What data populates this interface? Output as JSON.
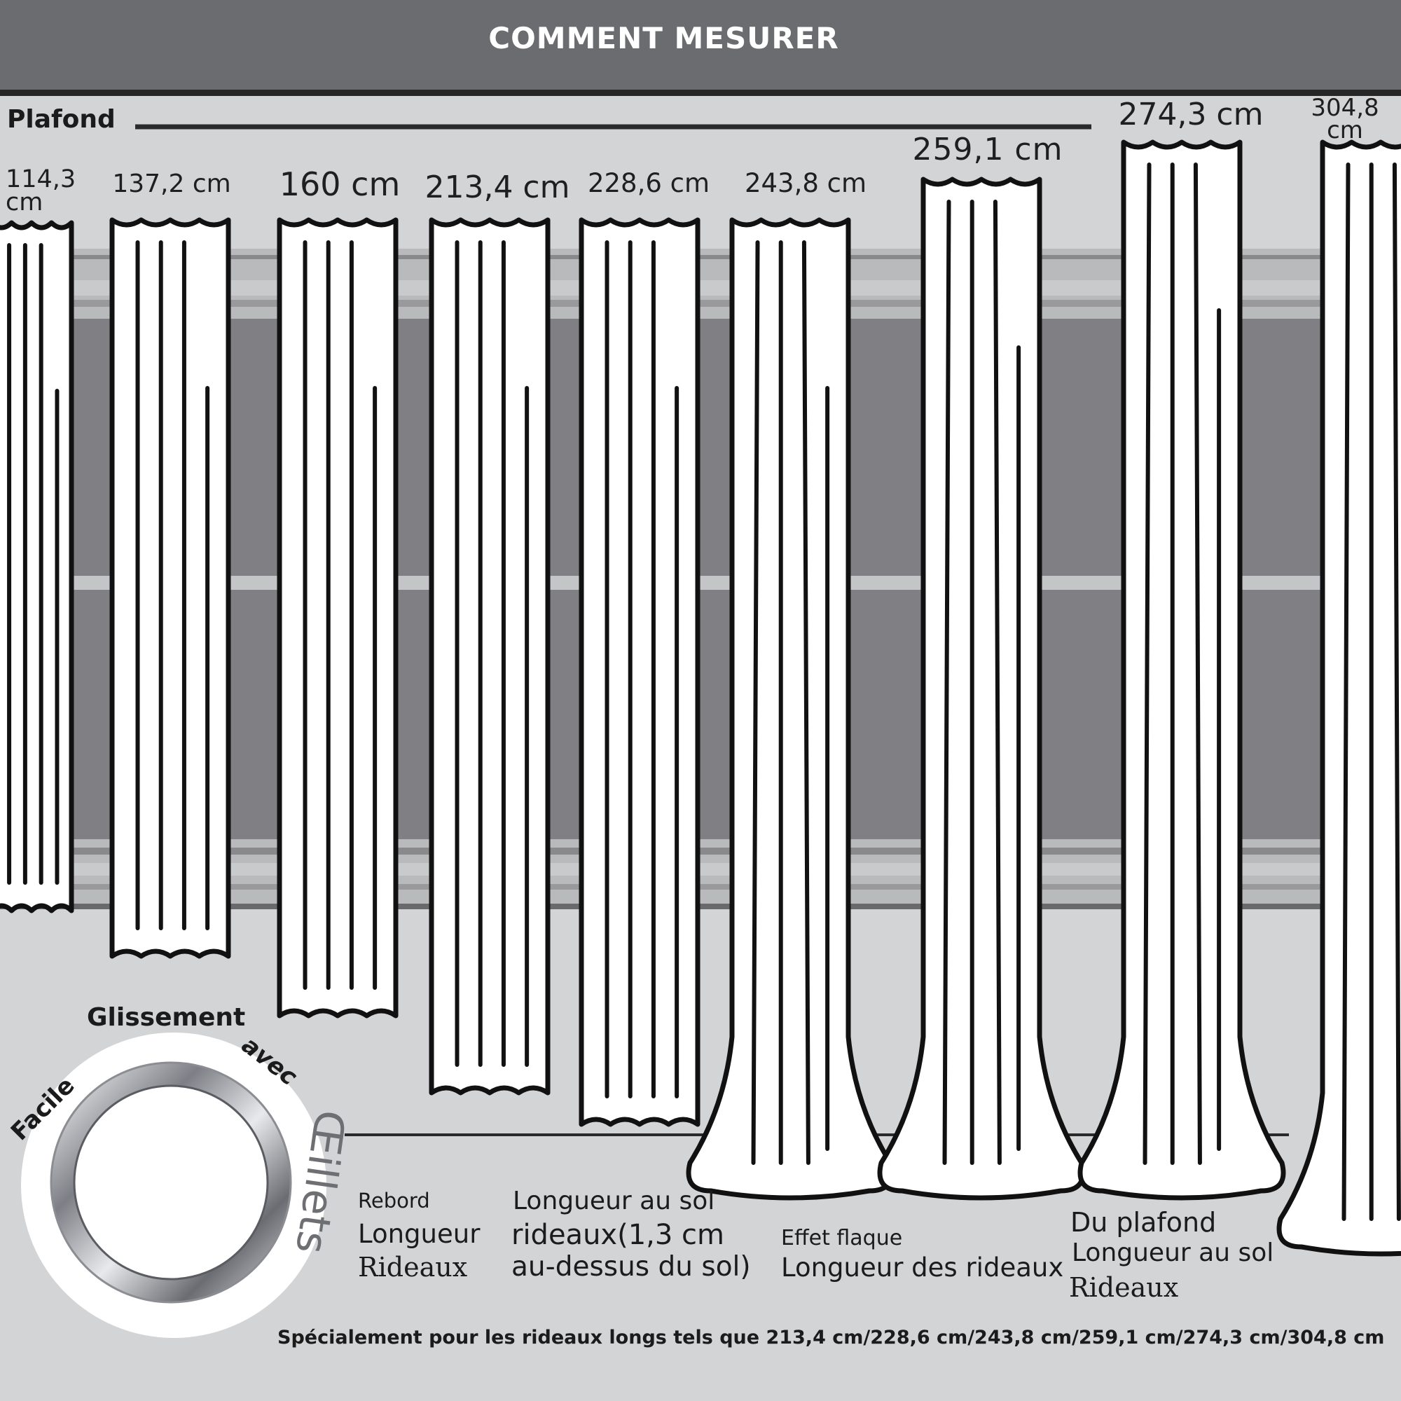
{
  "header": {
    "title": "COMMENT MESURER"
  },
  "ceiling_label": "Plafond",
  "curtains": [
    {
      "length": "114,3\ncm",
      "style": "sill"
    },
    {
      "length": "137,2 cm",
      "style": "sill"
    },
    {
      "length": "160 cm",
      "style": "sill"
    },
    {
      "length": "213,4 cm",
      "style": "floor"
    },
    {
      "length": "228,6 cm",
      "style": "floor"
    },
    {
      "length": "243,8 cm",
      "style": "puddle"
    },
    {
      "length": "259,1 cm",
      "style": "puddle"
    },
    {
      "length": "274,3 cm",
      "style": "ceiling"
    },
    {
      "length": "304,8\ncm",
      "style": "ceiling"
    }
  ],
  "captions": {
    "sill": {
      "line1": "Rebord",
      "line2": "Longueur",
      "line3": "Rideaux"
    },
    "floor": {
      "line1": "Longueur au sol",
      "line2": "rideaux(1,3 cm",
      "line3": "au-dessus du sol)"
    },
    "puddle": {
      "line1": "Effet flaque",
      "line2": "Longueur des rideaux"
    },
    "ceiling": {
      "line1": "Du plafond",
      "line2": "Longueur au sol",
      "line3": "Rideaux"
    }
  },
  "badge": {
    "word_top": "Glissement",
    "word_left": "Facile",
    "word_right": "avec",
    "word_side": "Œillets",
    "icon": "grommet-ring-icon"
  },
  "footnote": "Spécialement pour les rideaux longs tels que 213,4 cm/228,6 cm/243,8 cm/259,1 cm/274,3 cm/304,8 cm",
  "colors": {
    "header": "#6b6c70",
    "background": "#d3d4d6",
    "window": "#808084",
    "curtain": "#ffffff",
    "outline": "#111111"
  }
}
